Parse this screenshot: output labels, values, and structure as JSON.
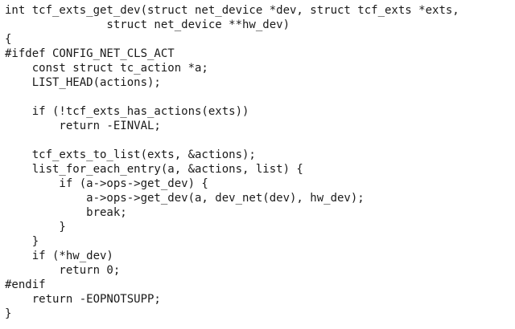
{
  "code": {
    "lines": [
      "int tcf_exts_get_dev(struct net_device *dev, struct tcf_exts *exts,",
      "               struct net_device **hw_dev)",
      "{",
      "#ifdef CONFIG_NET_CLS_ACT",
      "    const struct tc_action *a;",
      "    LIST_HEAD(actions);",
      "",
      "    if (!tcf_exts_has_actions(exts))",
      "        return -EINVAL;",
      "",
      "    tcf_exts_to_list(exts, &actions);",
      "    list_for_each_entry(a, &actions, list) {",
      "        if (a->ops->get_dev) {",
      "            a->ops->get_dev(a, dev_net(dev), hw_dev);",
      "            break;",
      "        }",
      "    }",
      "    if (*hw_dev)",
      "        return 0;",
      "#endif",
      "    return -EOPNOTSUPP;",
      "}"
    ]
  }
}
